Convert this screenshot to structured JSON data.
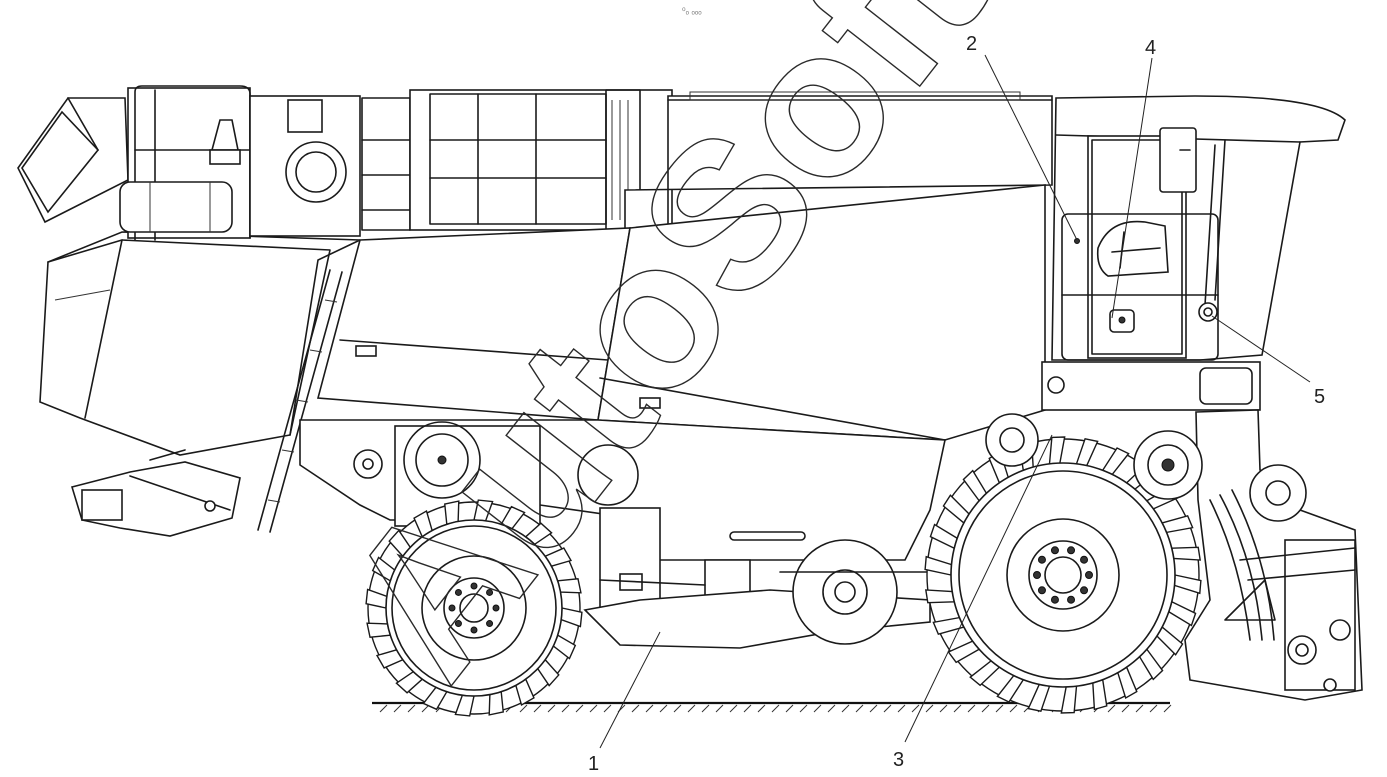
{
  "header": {
    "mark": "⁰ₒ ₒₒₒ"
  },
  "watermark": {
    "text": "AutoSoft"
  },
  "callouts": [
    {
      "id": "1",
      "label": "1"
    },
    {
      "id": "2",
      "label": "2"
    },
    {
      "id": "3",
      "label": "3"
    },
    {
      "id": "4",
      "label": "4"
    },
    {
      "id": "5",
      "label": "5"
    }
  ],
  "colors": {
    "line": "#1a1a1a",
    "background": "#ffffff"
  }
}
